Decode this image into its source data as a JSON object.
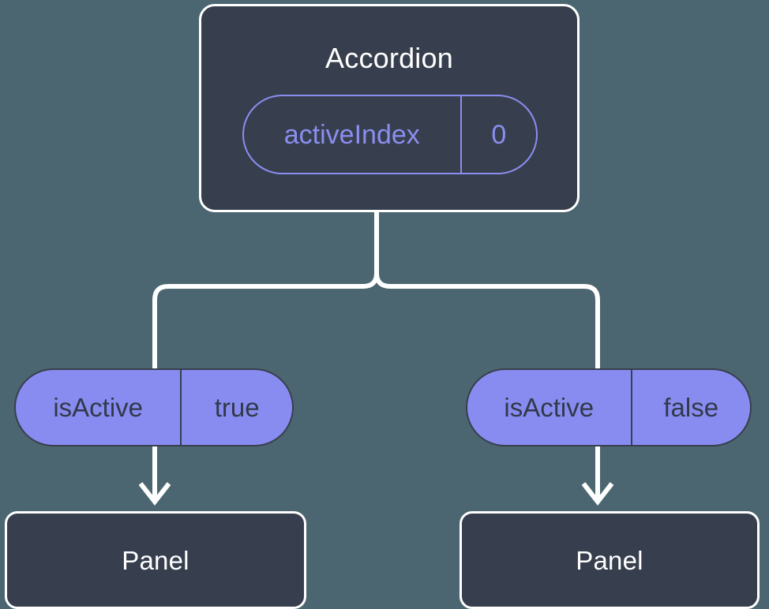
{
  "diagram": {
    "type": "component-state-tree",
    "title": "Accordion",
    "background_color": "#4b6670",
    "node_fill_color": "#373f4e",
    "node_border_color": "#ffffff",
    "accent_color": "#8b8ef0",
    "pill_fill_color": "#888cf0",
    "pill_text_color": "#31394a",
    "connector_color": "#ffffff"
  },
  "root": {
    "label": "Accordion",
    "state": {
      "key": "activeIndex",
      "value": "0"
    }
  },
  "branches": [
    {
      "prop": {
        "key": "isActive",
        "value": "true"
      },
      "child": {
        "label": "Panel"
      }
    },
    {
      "prop": {
        "key": "isActive",
        "value": "false"
      },
      "child": {
        "label": "Panel"
      }
    }
  ],
  "connectors": {
    "trunk_label": "root-to-branch-trunk",
    "arrow_label": "prop-to-panel-arrow"
  }
}
